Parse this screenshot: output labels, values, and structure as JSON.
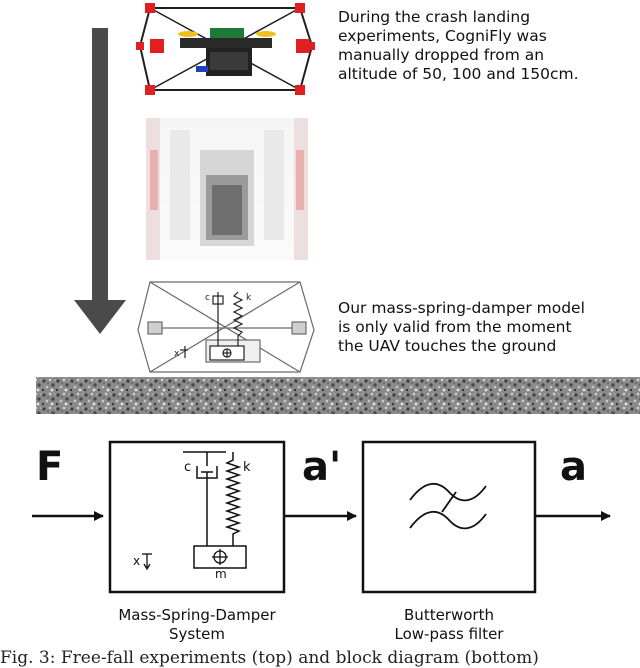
{
  "top_caption": {
    "line1": "During the crash landing",
    "line2": "experiments, CogniFly was",
    "line3": "manually dropped from an",
    "line4": "altitude of 50, 100 and 150cm."
  },
  "middle_caption": {
    "line1": "Our mass-spring-damper model",
    "line2": "is only valid from the moment",
    "line3": "the UAV touches the ground"
  },
  "block_diagram": {
    "input_label": "F",
    "intermediate_label": "a'",
    "output_label": "a",
    "block1": {
      "title_line1": "Mass-Spring-Damper",
      "title_line2": "System",
      "damper_label": "c",
      "spring_label": "k",
      "mass_label": "m",
      "axis_label": "x"
    },
    "block2": {
      "title_line1": "Butterworth",
      "title_line2": "Low-pass filter"
    }
  },
  "figure_caption": "Fig. 3: Free-fall experiments (top) and block diagram (bottom)",
  "colors": {
    "drone_frame": "#e02020",
    "arrow": "#4a4a4a",
    "ground": "#777777",
    "propeller": "#f0c020",
    "line": "#111111"
  }
}
